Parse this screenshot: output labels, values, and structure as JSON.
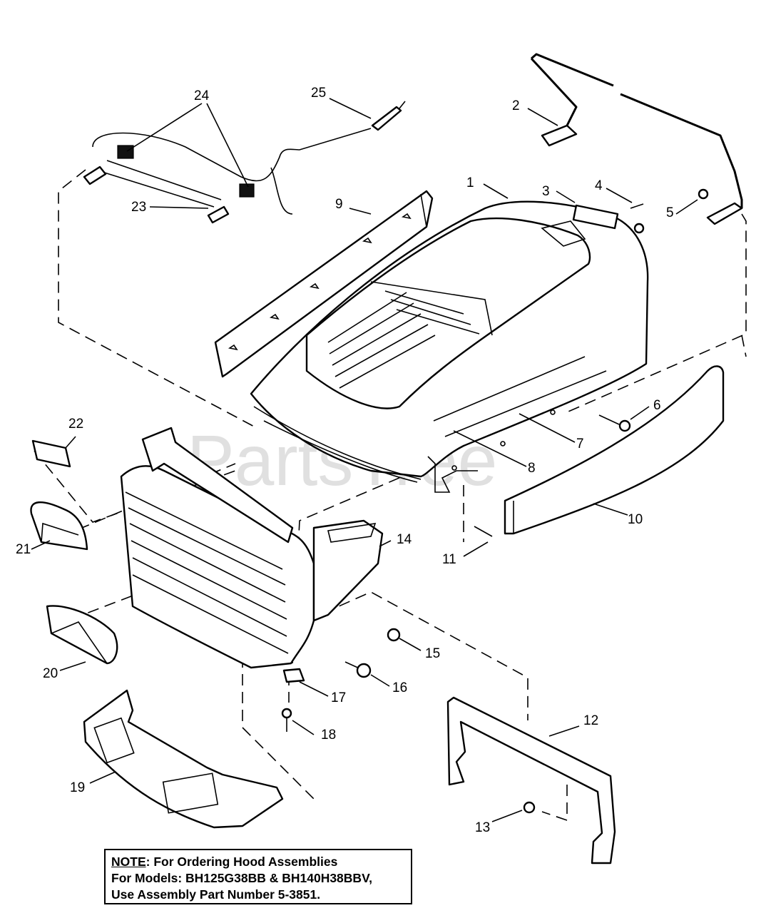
{
  "watermark": "PartsTree",
  "callouts": [
    "1",
    "2",
    "3",
    "4",
    "5",
    "6",
    "7",
    "8",
    "9",
    "10",
    "11",
    "12",
    "13",
    "14",
    "15",
    "16",
    "17",
    "18",
    "19",
    "20",
    "21",
    "22",
    "23",
    "24",
    "25"
  ],
  "note": {
    "label": "NOTE",
    "line1": ":  For Ordering Hood Assemblies",
    "line2": "For Models: BH125G38BB & BH140H38BBV,",
    "line3": "Use Assembly Part Number 5-3851."
  }
}
